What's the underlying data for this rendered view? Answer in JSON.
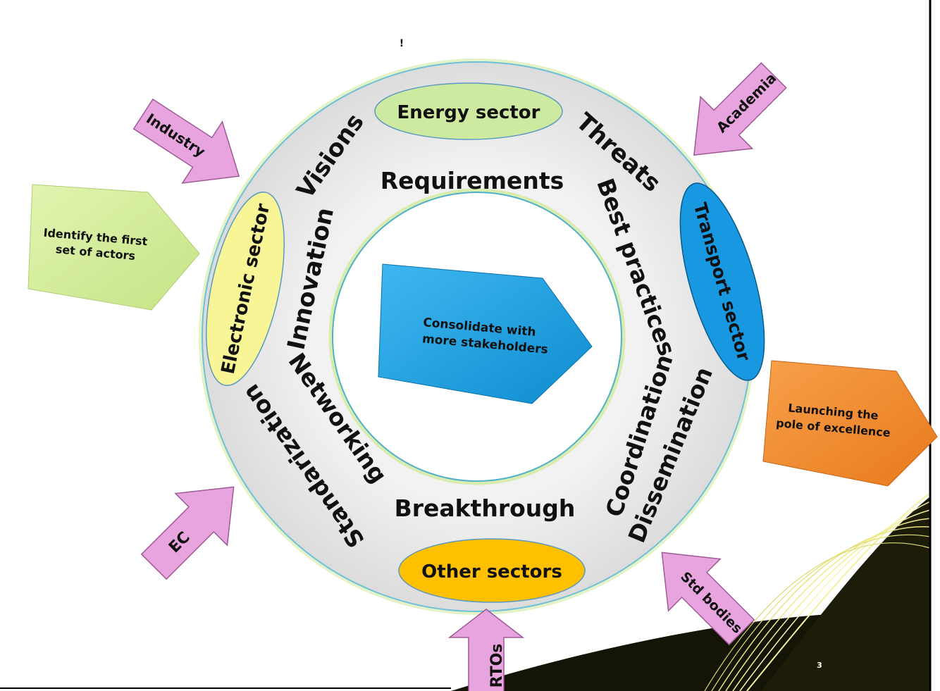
{
  "ring_words": {
    "visions": "Visions",
    "requirements": "Requirements",
    "threats": "Threats",
    "best_practices": "Best practices",
    "innovation": "Innovation",
    "networking": "Networking",
    "standarization": "Standarization",
    "breakthrough": "Breakthrough",
    "coordination": "Coordination",
    "dissemination": "Dissemination"
  },
  "sectors": {
    "energy": "Energy sector",
    "electronic": "Electronic  sector",
    "transport": "Transport sector",
    "other": "Other sectors"
  },
  "actors": {
    "industry": "Industry",
    "academia": "Academia",
    "ec": "EC",
    "std_bodies": "Std bodies",
    "rtos": "RTOs"
  },
  "steps": {
    "identify_line1": "Identify the first",
    "identify_line2": "set of actors",
    "consolidate_line1": "Consolidate with",
    "consolidate_line2": "more stakeholders",
    "launching_line1": "Launching the",
    "launching_line2": "pole of excellence"
  },
  "slide_number": "3",
  "colors": {
    "ring_fill": "#e4e4e4",
    "ring_border": "#c8e08a",
    "actor_arrow": "#e8a4de",
    "identify_box": "#d4ec9c",
    "consolidate_box": "#1aa3e0",
    "launching_box": "#f28a2a",
    "energy_ellipse": "#cdeaa0",
    "electronic_ellipse": "#f8f596",
    "transport_ellipse": "#1898e0",
    "other_ellipse": "#ffc000"
  }
}
